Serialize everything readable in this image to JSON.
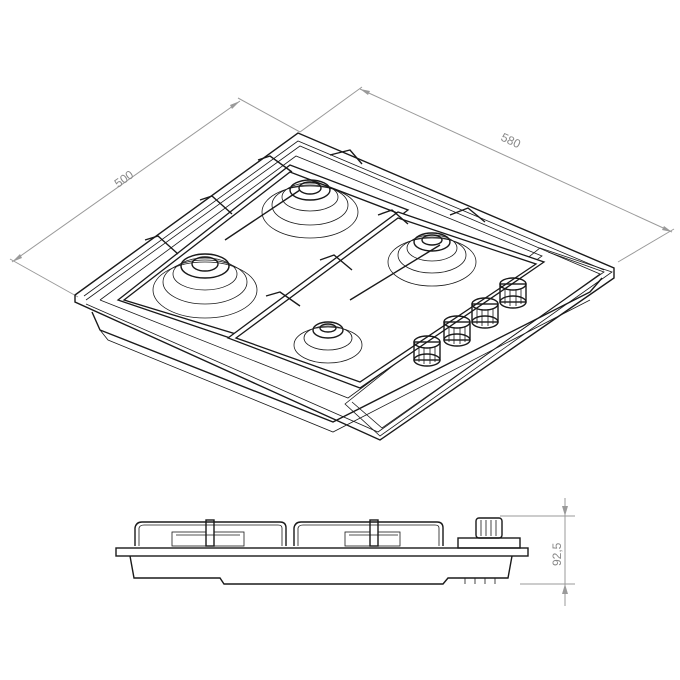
{
  "drawing": {
    "subject": "Built-in gas hob, 4 burners, 4 control knobs",
    "views": [
      "isometric",
      "front elevation"
    ],
    "colors": {
      "line": "#1a1a1a",
      "dimension": "#9a9a9a",
      "background": "#ffffff"
    }
  },
  "dimensions": {
    "depth": {
      "label": "500"
    },
    "width": {
      "label": "580"
    },
    "height": {
      "label": "92,5"
    }
  },
  "components": {
    "burners": 4,
    "knobs": 4
  }
}
